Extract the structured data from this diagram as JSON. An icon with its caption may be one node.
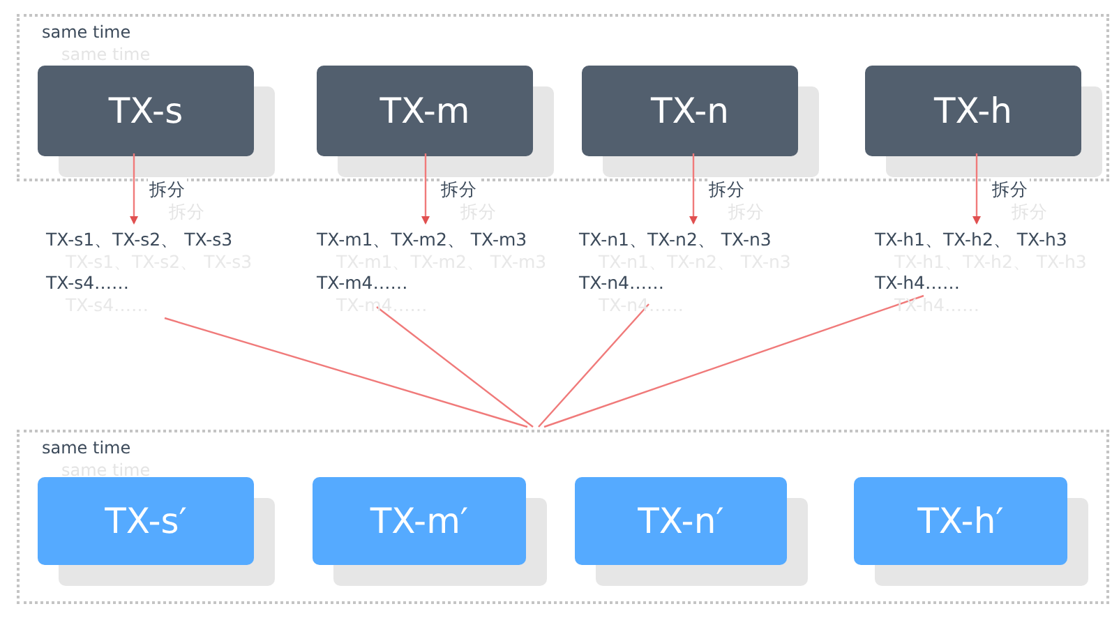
{
  "diagram": {
    "nodes": [
      {
        "text": [
          "same time"
        ]
      },
      {
        "text": [
          "TX-s"
        ],
        "in": 0
      },
      {
        "text": [
          "TX-m"
        ],
        "in": 0
      },
      {
        "text": [
          "TX-n"
        ],
        "in": 0
      },
      {
        "text": [
          "TX-h"
        ],
        "in": 0
      },
      {
        "text": [
          "TX-s1、TX-s2、 TX-s3 TX-s4……"
        ]
      },
      {
        "text": [
          "TX-m1、TX-m2、 TX-m3 TX-m4……"
        ]
      },
      {
        "text": [
          "TX-n1、TX-n2、 TX-n3 TX-n4……"
        ]
      },
      {
        "text": [
          "TX-h1、TX-h2、 TX-h3 TX-h4……"
        ]
      },
      {
        "text": [
          "same time"
        ]
      },
      {
        "text": [
          "TX-s′"
        ],
        "in": 9
      },
      {
        "text": [
          "TX-m′"
        ],
        "in": 9
      },
      {
        "text": [
          "TX-n′"
        ],
        "in": 9
      },
      {
        "text": [
          "TX-h′"
        ],
        "in": 9
      }
    ],
    "edges": [
      {
        "from": 1,
        "to": 5,
        "arrow": "to",
        "label": "拆分"
      },
      {
        "from": 2,
        "to": 6,
        "arrow": "to",
        "label": "拆分"
      },
      {
        "from": 3,
        "to": 7,
        "arrow": "to",
        "label": "拆分"
      },
      {
        "from": 4,
        "to": 8,
        "arrow": "to",
        "label": "拆分"
      },
      {
        "from": 5,
        "to": 9,
        "arrow": "none"
      },
      {
        "from": 6,
        "to": 9,
        "arrow": "none"
      },
      {
        "from": 7,
        "to": 9,
        "arrow": "none"
      },
      {
        "from": 8,
        "to": 9,
        "arrow": "none"
      }
    ]
  }
}
